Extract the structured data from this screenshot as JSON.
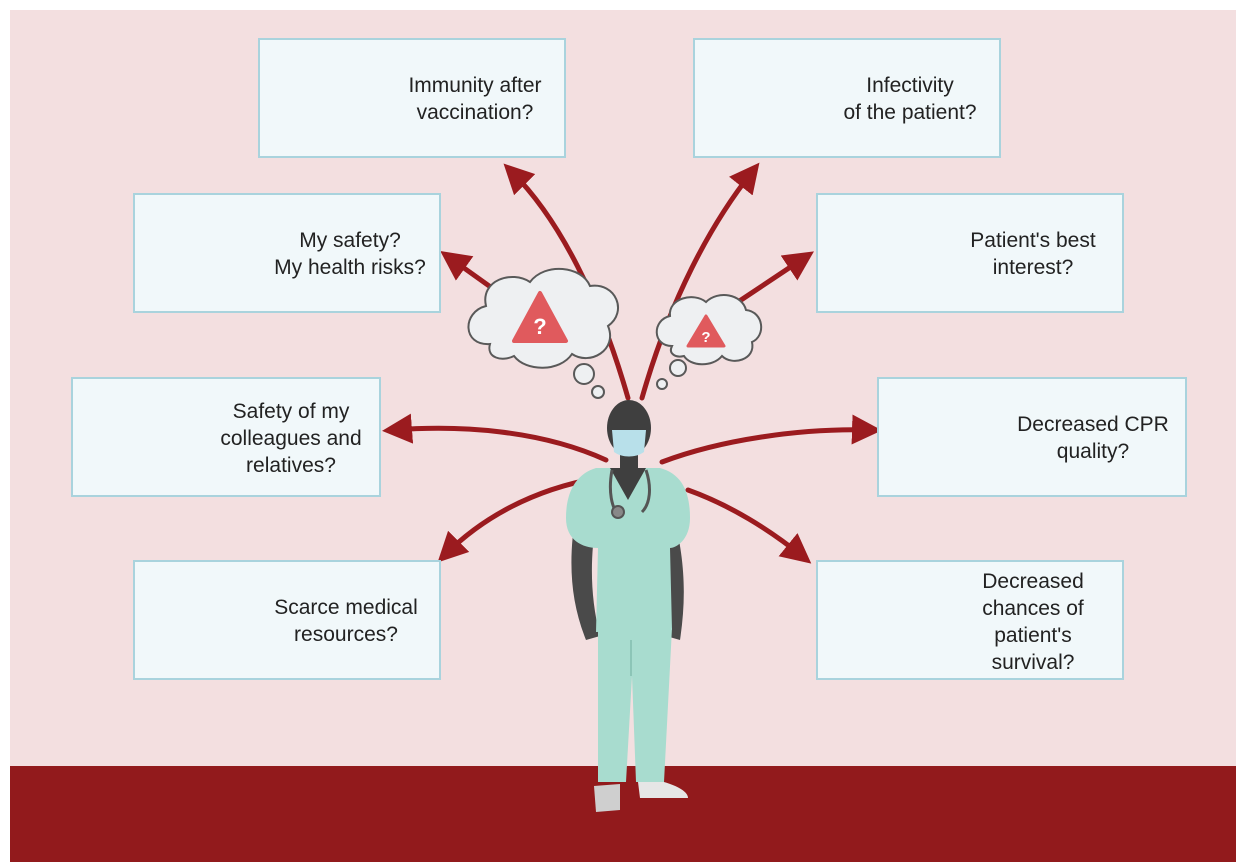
{
  "colors": {
    "background": "#f3dfe0",
    "floor": "#921a1c",
    "arrow": "#9b1b1f",
    "box_fill": "#f1f8fa",
    "box_border": "#a9d3dd",
    "scrubs": "#a8dccf",
    "icon_red": "#c2534f",
    "warning_triangle": "#e05a5d"
  },
  "concerns": [
    {
      "id": "immunity",
      "icon": "antibody-syringe-calendar-icon",
      "lines": [
        "Immunity after",
        "vaccination?"
      ]
    },
    {
      "id": "infectivity",
      "icon": "coughing-patient-calendar-icon",
      "lines": [
        "Infectivity",
        "of the patient?"
      ]
    },
    {
      "id": "my-safety",
      "icon": "virus-icon",
      "lines": [
        "My safety?",
        "My health risks?"
      ]
    },
    {
      "id": "best-interest",
      "icon": "heart-in-hand-icon",
      "lines": [
        "Patient's best",
        "interest?"
      ]
    },
    {
      "id": "colleagues",
      "icon": "people-spread-icon",
      "lines": [
        "Safety of my",
        "colleagues and",
        "relatives?"
      ]
    },
    {
      "id": "cpr",
      "icon": "cpr-alert-icon",
      "lines": [
        "Decreased CPR",
        "quality?"
      ]
    },
    {
      "id": "resources",
      "icon": "hospital-bed-gown-icon",
      "lines": [
        "Scarce medical",
        "resources?"
      ]
    },
    {
      "id": "survival",
      "icon": "clock-down-arrow-icon",
      "lines": [
        "Decreased",
        "chances of",
        "patient's",
        "survival?"
      ]
    }
  ],
  "thought_bubbles": [
    {
      "icon": "warning-triangle-icon",
      "symbol": "?"
    },
    {
      "icon": "warning-triangle-icon",
      "symbol": "?"
    }
  ],
  "alert_symbol": "!"
}
